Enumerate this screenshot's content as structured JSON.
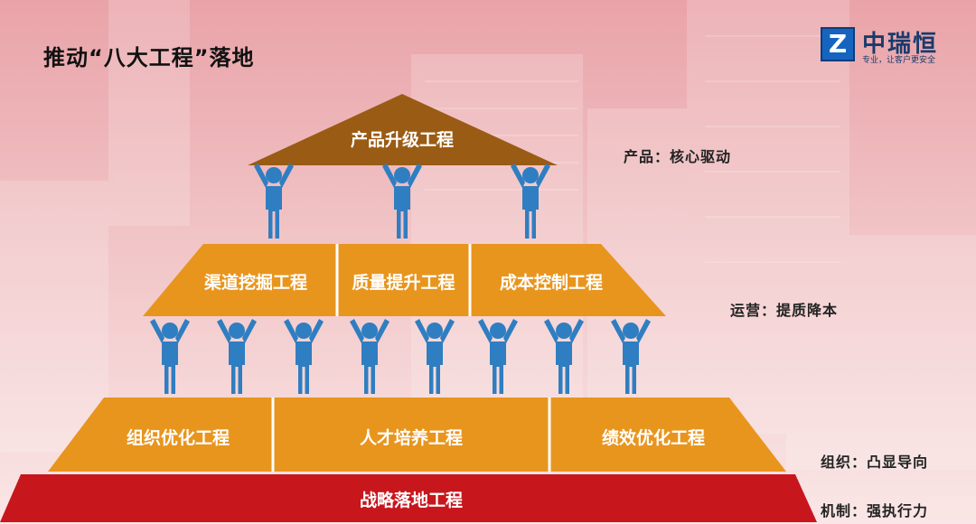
{
  "title": "推动“八大工程”落地",
  "logo": {
    "mark": "Z",
    "name": "中瑞恒",
    "slogan": "专业，让客户更安全"
  },
  "pyramid": {
    "top": {
      "label": "产品升级工程"
    },
    "middle": [
      {
        "label": "渠道挖掘工程"
      },
      {
        "label": "质量提升工程"
      },
      {
        "label": "成本控制工程"
      }
    ],
    "bottom": [
      {
        "label": "组织优化工程"
      },
      {
        "label": "人才培养工程"
      },
      {
        "label": "绩效优化工程"
      }
    ],
    "base": {
      "label": "战略落地工程"
    }
  },
  "side_labels": [
    {
      "text": "产品：核心驱动"
    },
    {
      "text": "运营：提质降本"
    },
    {
      "text": "组织：凸显导向"
    },
    {
      "text": "机制：强执行力"
    }
  ],
  "colors": {
    "top_block": "#9a5b14",
    "orange_block": "#e8951e",
    "base_block": "#c8161d",
    "figure": "#2f7ec1"
  },
  "icons": [
    "person-arms-up-icon"
  ]
}
